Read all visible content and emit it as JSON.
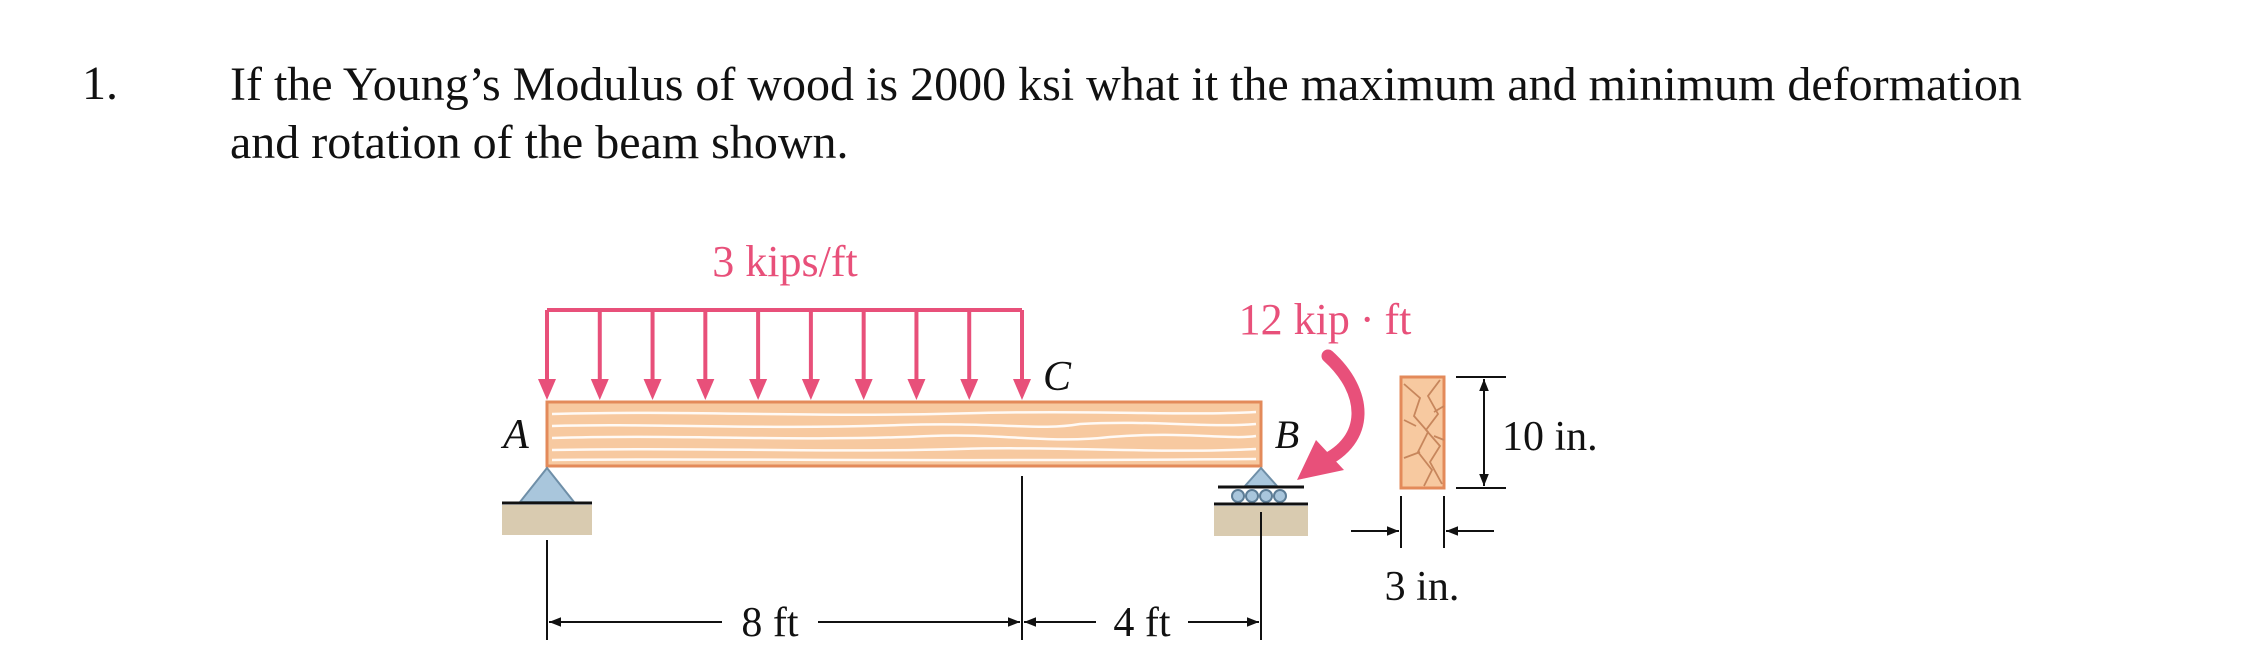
{
  "problem": {
    "number": "1.",
    "line1": "If the Young’s Modulus of wood is 2000 ksi what it the maximum and minimum deformation",
    "line2": "and rotation of the beam shown."
  },
  "figure": {
    "load_label": "3 kips/ft",
    "moment_label_value": "12 kip",
    "moment_label_dot": "·",
    "moment_label_unit": "ft",
    "point_a": "A",
    "point_b": "B",
    "point_c": "C",
    "dim_span_ac": "8 ft",
    "dim_span_cb": "4 ft",
    "section_height": "10 in.",
    "section_width": "3 in.",
    "colors": {
      "load": "#e8507a",
      "beam_fill": "#f7c9a0",
      "beam_edge": "#e38a5a",
      "support": "#a9c6dc",
      "ground": "#d9cbb0",
      "line": "#111111"
    }
  }
}
